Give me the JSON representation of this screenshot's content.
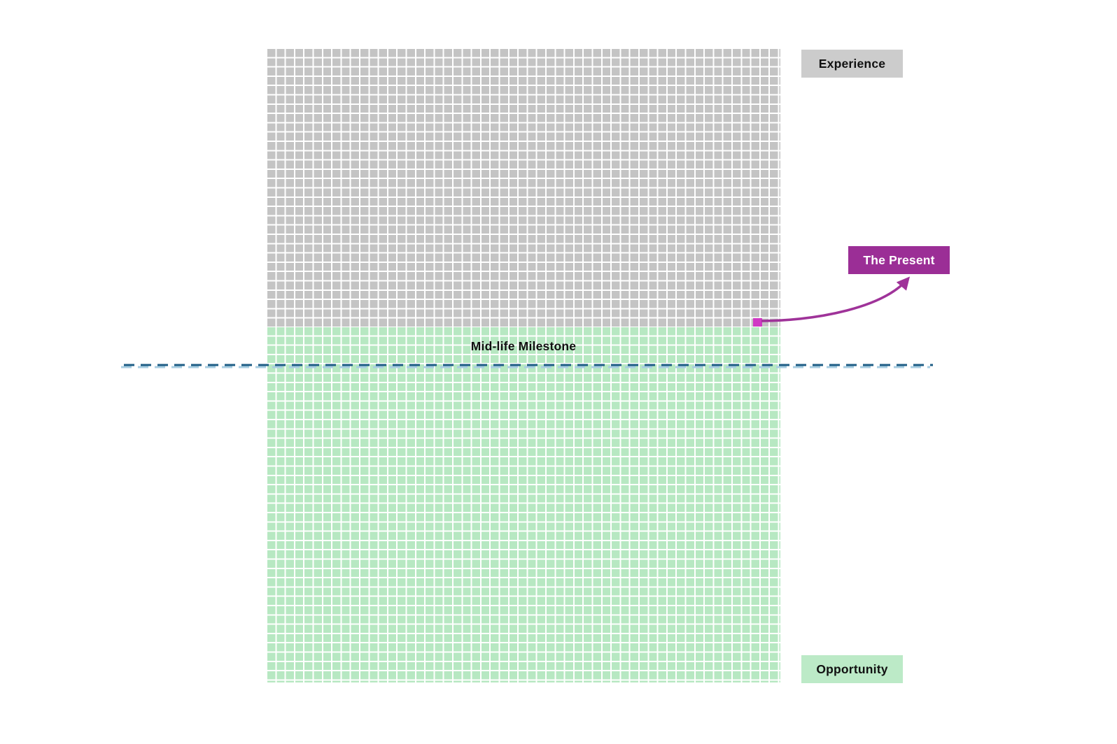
{
  "badges": {
    "experience": {
      "label": "Experience"
    },
    "opportunity": {
      "label": "Opportunity"
    },
    "present": {
      "label": "The Present"
    }
  },
  "annotations": {
    "milestone": {
      "label": "Mid-life Milestone"
    }
  },
  "colors": {
    "canvas_bg": "#ffffff",
    "past_cell": "#c4c4c4",
    "future_cell": "#b7e8c2",
    "experience_badge_bg": "#cccccc",
    "opportunity_badge_bg": "#bceac7",
    "present_badge_bg": "#9b2e96",
    "present_badge_text": "#ffffff",
    "highlight_cell": "#d039c4",
    "arrow": "#9f3399",
    "milestone_line": "#1f5e86",
    "milestone_line_echo": "#a8cde1",
    "label_text": "#111111"
  },
  "chart_data": {
    "type": "heatmap",
    "subtype": "waffle-life-calendar",
    "title": "",
    "columns": 55,
    "rows_total": 68,
    "segments": [
      {
        "name": "Experience",
        "rows": 30,
        "color": "#c4c4c4",
        "position": "top"
      },
      {
        "name": "Opportunity",
        "rows": 38,
        "color": "#b7e8c2",
        "position": "bottom"
      }
    ],
    "highlight_cell": {
      "name": "The Present",
      "row": 30,
      "column": 53,
      "color": "#d039c4"
    },
    "milestone_line": {
      "label": "Mid-life Milestone",
      "style": "dashed",
      "color": "#1f5e86"
    },
    "legend_position": "right",
    "grid": "on"
  }
}
